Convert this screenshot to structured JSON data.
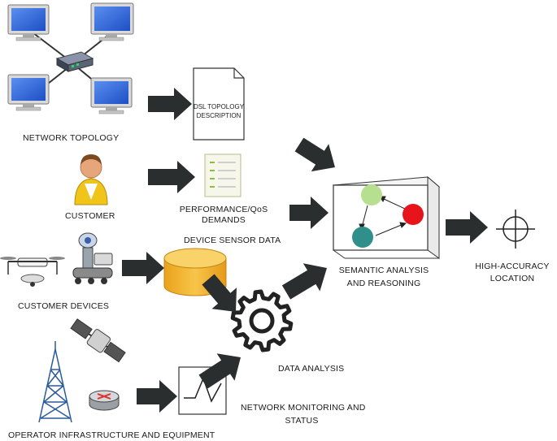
{
  "labels": {
    "network_topology": "NETWORK TOPOLOGY",
    "dsl_topology_line1": "DSL TOPOLOGY",
    "dsl_topology_line2": "DESCRIPTION",
    "customer": "CUSTOMER",
    "perf_line1": "PERFORMANCE/QoS",
    "perf_line2": "DEMANDS",
    "device_sensor_data": "DEVICE SENSOR DATA",
    "customer_devices": "CUSTOMER DEVICES",
    "semantic_line1": "SEMANTIC ANALYSIS",
    "semantic_line2": "AND REASONING",
    "high_accuracy_line1": "HIGH-ACCURACY",
    "high_accuracy_line2": "LOCATION",
    "data_analysis": "DATA ANALYSIS",
    "netmon_line1": "NETWORK MONITORING AND",
    "netmon_line2": "STATUS",
    "operator_infra": "OPERATOR INFRASTRUCTURE AND EQUIPMENT"
  },
  "colors": {
    "arrow": "#2b2e2e",
    "monitor_screen": "#2c63d6",
    "node_green": "#b6e08f",
    "node_red": "#e8141c",
    "node_teal": "#2e8f8b",
    "database": "#f2b52c"
  }
}
